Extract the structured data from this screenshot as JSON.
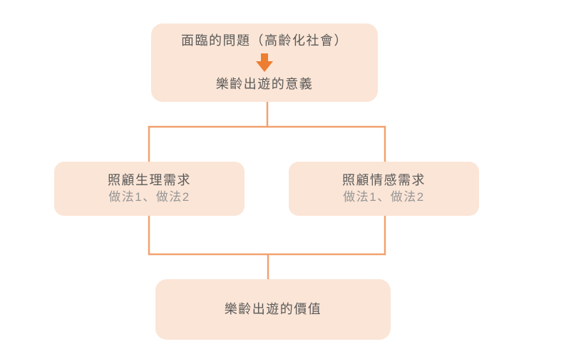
{
  "diagram": {
    "top_box": {
      "line1": "面臨的問題（高齡化社會）",
      "line2": "樂齡出遊的意義"
    },
    "branch_left": {
      "title": "照顧生理需求",
      "subtitle": "做法1、做法2"
    },
    "branch_right": {
      "title": "照顧情感需求",
      "subtitle": "做法1、做法2"
    },
    "bottom_box": {
      "label": "樂齡出遊的價值"
    },
    "colors": {
      "node_fill": "#FBE5D6",
      "connector_line": "#F2A16F",
      "arrow_orange": "#ED7D31",
      "text_primary": "#595959",
      "text_secondary": "#969696"
    }
  }
}
